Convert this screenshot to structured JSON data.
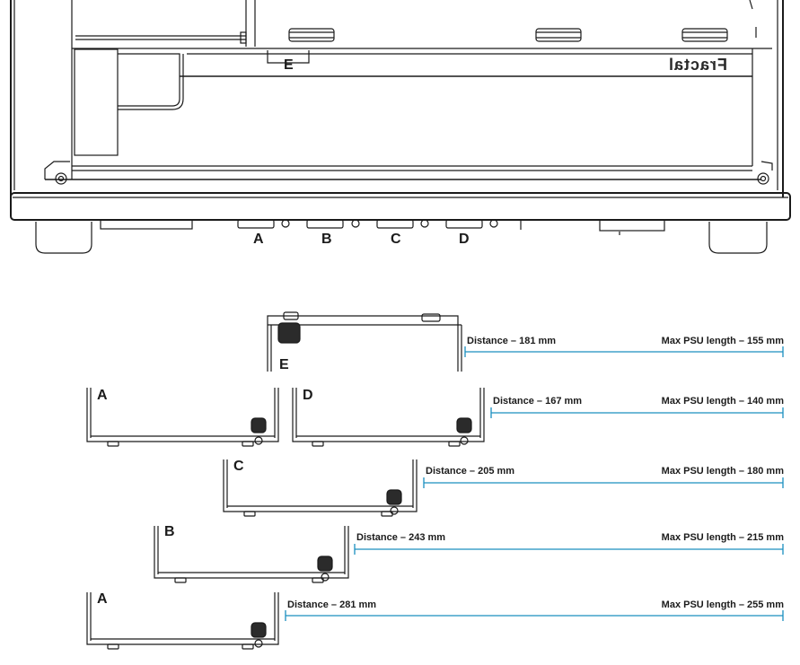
{
  "brand": {
    "name": "Fractal",
    "mirrored": true
  },
  "slots": [
    "A",
    "B",
    "C",
    "D"
  ],
  "case_label": "E",
  "options": [
    {
      "id": "E",
      "label": "E",
      "distance": "Distance – 181 mm",
      "max_psu": "Max PSU length – 155 mm"
    },
    {
      "id": "D",
      "label": "D",
      "distance": "Distance – 167 mm",
      "max_psu": "Max PSU length – 140 mm"
    },
    {
      "id": "C",
      "label": "C",
      "distance": "Distance – 205 mm",
      "max_psu": "Max PSU length – 180 mm"
    },
    {
      "id": "B",
      "label": "B",
      "distance": "Distance – 243 mm",
      "max_psu": "Max PSU length – 215 mm"
    },
    {
      "id": "A",
      "label": "A",
      "distance": "Distance – 281 mm",
      "max_psu": "Max PSU length – 255 mm"
    }
  ],
  "bracket_a_top_label": "A",
  "colors": {
    "line": "#1a1a1a",
    "dimension": "#1a8fbf",
    "text": "#1b1b1b"
  }
}
